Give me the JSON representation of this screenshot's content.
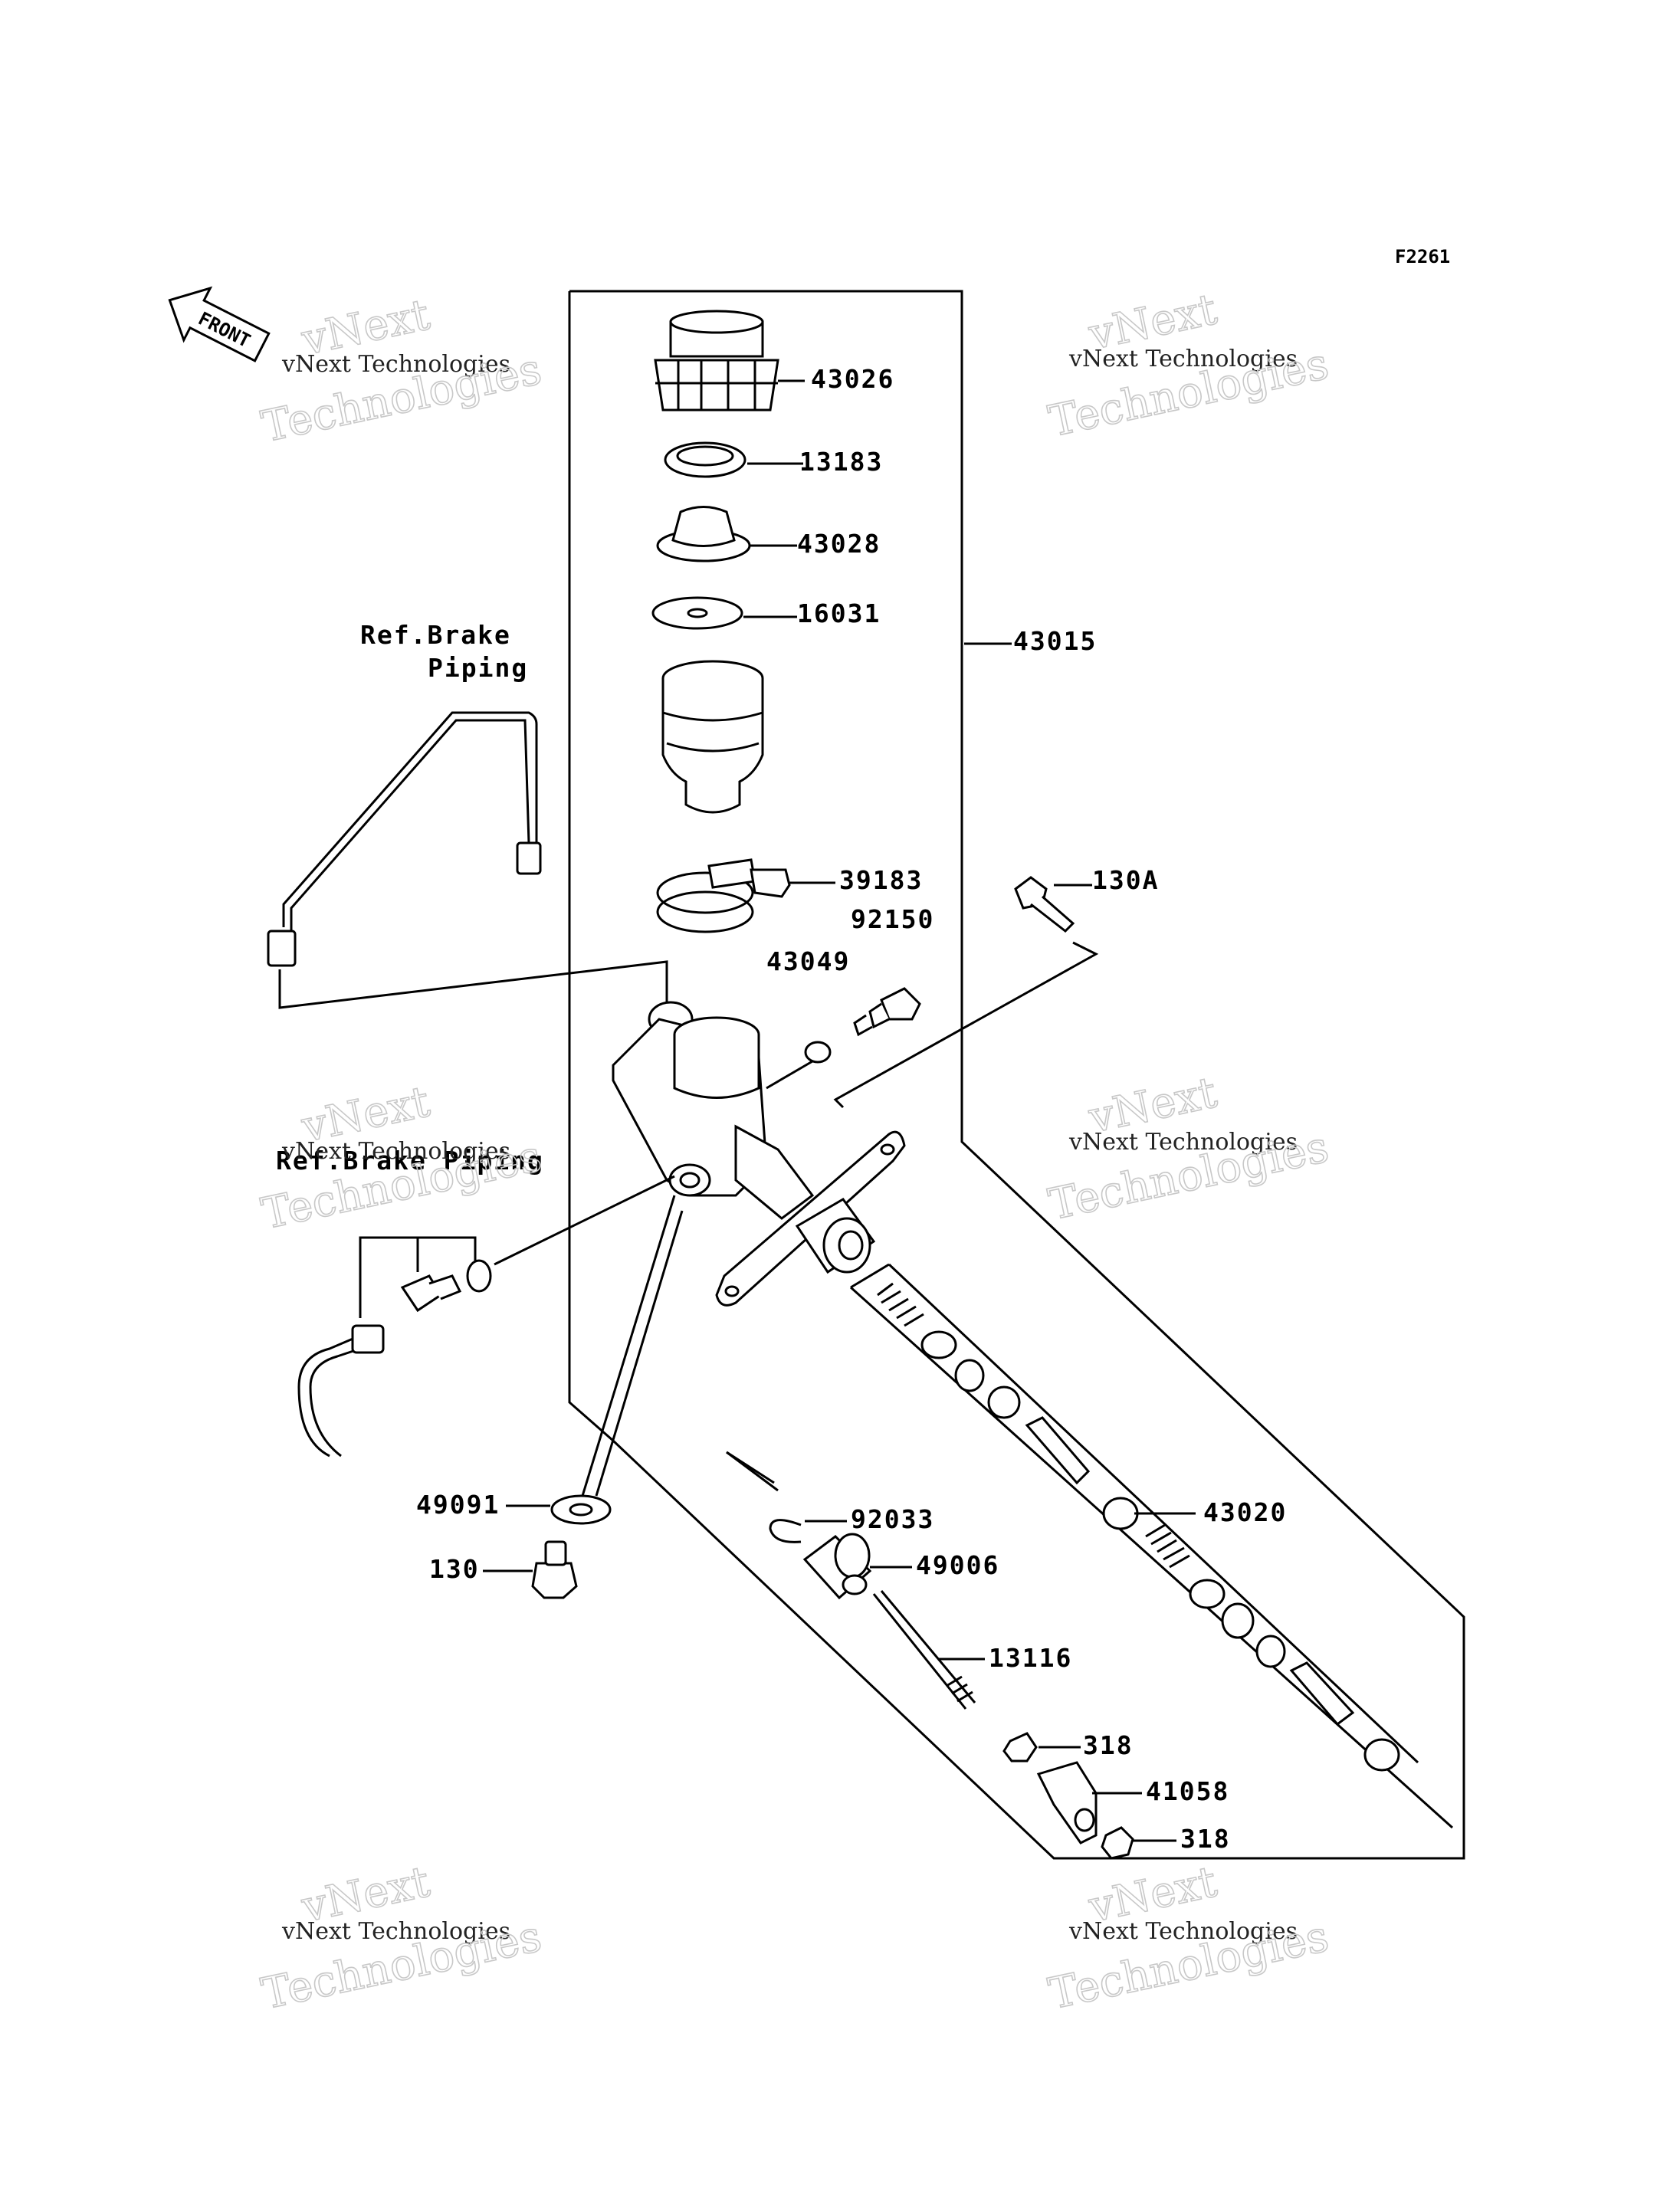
{
  "figure_code": "F2261",
  "front_label": "FRONT",
  "ref_labels": [
    "Ref.Brake",
    "Piping",
    "Ref.Brake Piping"
  ],
  "parts": [
    {
      "number": "43026"
    },
    {
      "number": "13183"
    },
    {
      "number": "43028"
    },
    {
      "number": "16031"
    },
    {
      "number": "43015"
    },
    {
      "number": "39183"
    },
    {
      "number": "130A"
    },
    {
      "number": "92150"
    },
    {
      "number": "43049"
    },
    {
      "number": "49091"
    },
    {
      "number": "130"
    },
    {
      "number": "92033"
    },
    {
      "number": "49006"
    },
    {
      "number": "43020"
    },
    {
      "number": "13116"
    },
    {
      "number": "318"
    },
    {
      "number": "41058"
    },
    {
      "number": "318"
    }
  ],
  "watermark": {
    "line1": "vNext Technologies",
    "line2": "vNext",
    "line3": "Technologies"
  }
}
